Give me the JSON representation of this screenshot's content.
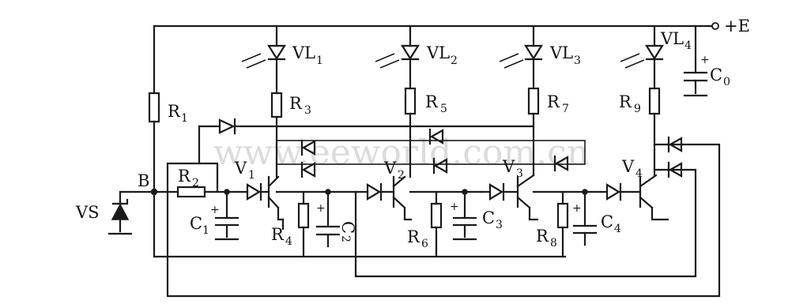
{
  "supply": {
    "label": "+E"
  },
  "node": {
    "label": "B"
  },
  "zener": {
    "label": "VS"
  },
  "leds": [
    {
      "label": "VL",
      "sub": "1"
    },
    {
      "label": "VL",
      "sub": "2"
    },
    {
      "label": "VL",
      "sub": "3"
    },
    {
      "label": "VL",
      "sub": "4"
    }
  ],
  "resistors": [
    {
      "label": "R",
      "sub": "1"
    },
    {
      "label": "R",
      "sub": "2"
    },
    {
      "label": "R",
      "sub": "3"
    },
    {
      "label": "R",
      "sub": "4"
    },
    {
      "label": "R",
      "sub": "5"
    },
    {
      "label": "R",
      "sub": "6"
    },
    {
      "label": "R",
      "sub": "7"
    },
    {
      "label": "R",
      "sub": "8"
    },
    {
      "label": "R",
      "sub": "9"
    }
  ],
  "capacitors": [
    {
      "label": "C",
      "sub": "0"
    },
    {
      "label": "C",
      "sub": "1"
    },
    {
      "label": "C",
      "sub": "2"
    },
    {
      "label": "C",
      "sub": "3"
    },
    {
      "label": "C",
      "sub": "4"
    }
  ],
  "transistors": [
    {
      "label": "V",
      "sub": "1"
    },
    {
      "label": "V",
      "sub": "2"
    },
    {
      "label": "V",
      "sub": "3"
    },
    {
      "label": "V",
      "sub": "4"
    }
  ],
  "watermark": "www.eeworld.com.cn"
}
